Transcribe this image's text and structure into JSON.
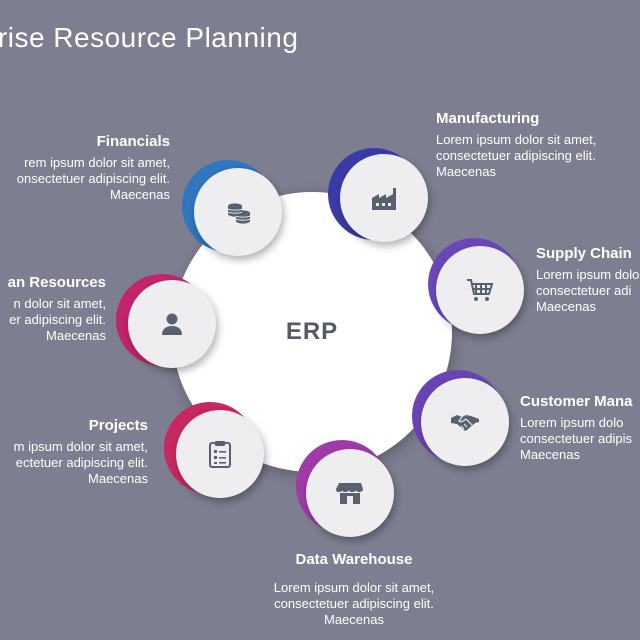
{
  "title": "rprise Resource Planning",
  "hub": {
    "label": "ERP"
  },
  "colors": {
    "background": "#7d7e90",
    "financials": "#2f77be",
    "manufacturing": "#3a3ba8",
    "supply_chain": "#6a48b8",
    "customer": "#6a44b4",
    "data_warehouse": "#a03aa8",
    "projects": "#c7285f",
    "human_resources": "#c2256a"
  },
  "nodes": {
    "financials": {
      "icon": "coins-icon",
      "heading": "Financials",
      "line1": "rem ipsum dolor sit amet,",
      "line2": "onsectetuer adipiscing elit.",
      "line3": "Maecenas"
    },
    "manufacturing": {
      "icon": "factory-icon",
      "heading": "Manufacturing",
      "line1": "Lorem ipsum dolor sit amet,",
      "line2": "consectetuer adipiscing elit.",
      "line3": "Maecenas"
    },
    "supply_chain": {
      "icon": "shopping-cart-icon",
      "heading": "Supply Chain",
      "line1": "Lorem ipsum dolo",
      "line2": "consectetuer adi",
      "line3": "Maecenas"
    },
    "customer": {
      "icon": "handshake-icon",
      "heading": "Customer Mana",
      "line1": "Lorem ipsum dolo",
      "line2": "consectetuer adipis",
      "line3": "Maecenas"
    },
    "data_warehouse": {
      "icon": "storefront-icon",
      "heading": "Data Warehouse",
      "line1": "Lorem ipsum dolor sit amet,",
      "line2": "consectetuer adipiscing elit.",
      "line3": "Maecenas"
    },
    "projects": {
      "icon": "clipboard-icon",
      "heading": "Projects",
      "line1": "m ipsum dolor sit amet,",
      "line2": "ectetuer adipiscing elit.",
      "line3": "Maecenas"
    },
    "human_resources": {
      "icon": "person-icon",
      "heading": "an Resources",
      "line1": "n dolor sit amet,",
      "line2": "er adipiscing elit.",
      "line3": "Maecenas"
    }
  }
}
